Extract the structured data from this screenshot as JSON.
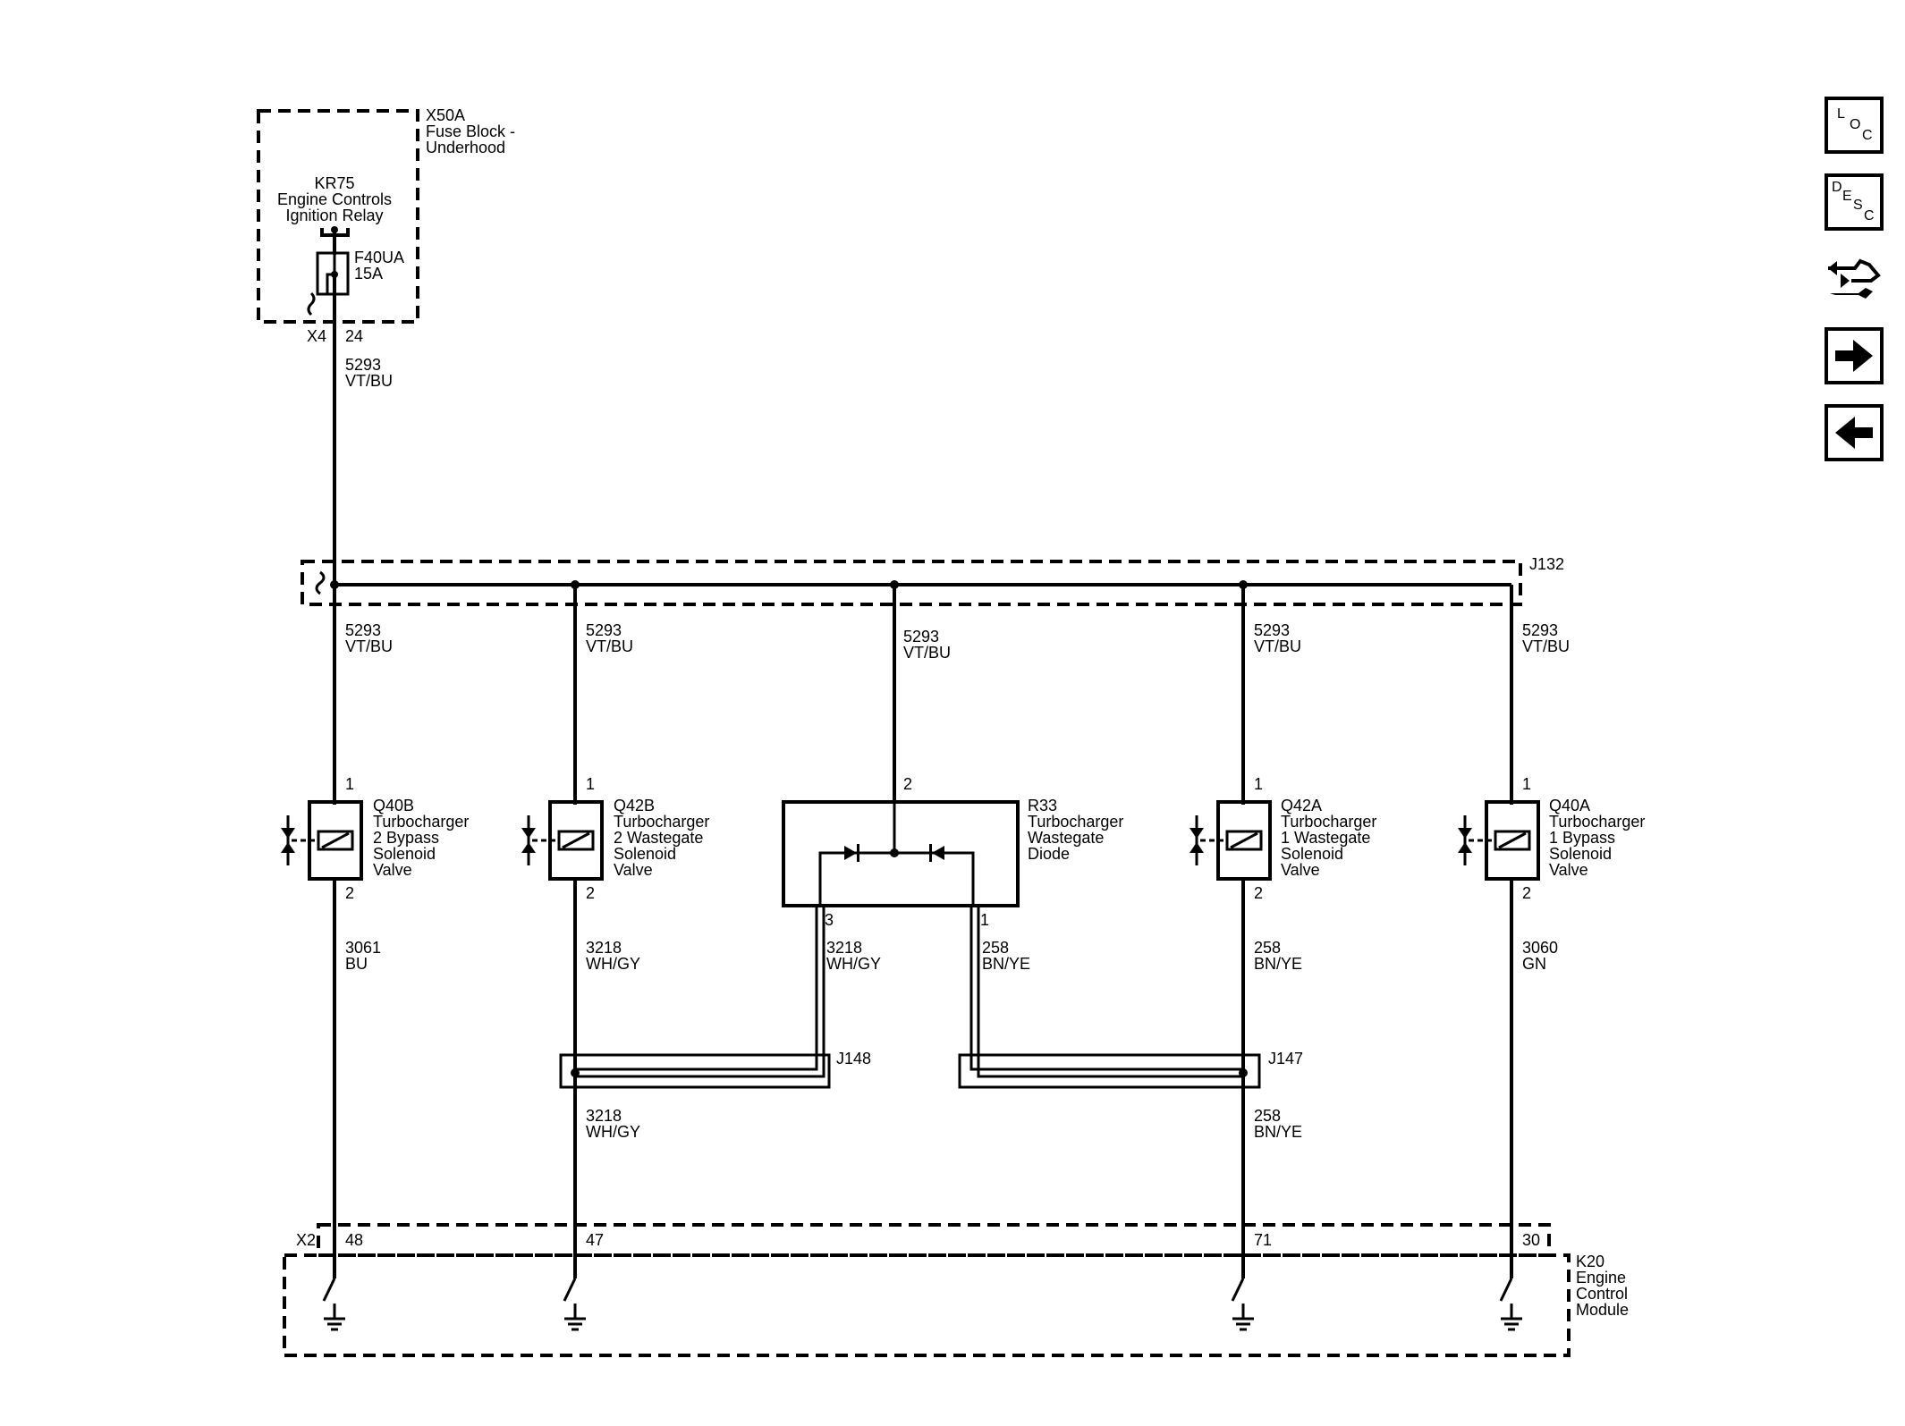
{
  "fuse_block": {
    "id": "X50A",
    "name_line1": "Fuse Block -",
    "name_line2": "Underhood",
    "relay_id": "KR75",
    "relay_line1": "Engine Controls",
    "relay_line2": "Ignition Relay",
    "fuse_id": "F40UA",
    "fuse_rating": "15A",
    "connector": "X4",
    "pin": "24"
  },
  "feed_wire": {
    "circuit": "5293",
    "color": "VT/BU"
  },
  "splice_j132": {
    "id": "J132"
  },
  "branches": [
    {
      "circuit": "5293",
      "color": "VT/BU"
    },
    {
      "circuit": "5293",
      "color": "VT/BU"
    },
    {
      "circuit": "5293",
      "color": "VT/BU"
    },
    {
      "circuit": "5293",
      "color": "VT/BU"
    },
    {
      "circuit": "5293",
      "color": "VT/BU"
    }
  ],
  "components": [
    {
      "id": "Q40B",
      "lines": [
        "Turbocharger",
        "2 Bypass",
        "Solenoid",
        "Valve"
      ],
      "pin_top": "1",
      "pin_bottom": "2"
    },
    {
      "id": "Q42B",
      "lines": [
        "Turbocharger",
        "2 Wastegate",
        "Solenoid",
        "Valve"
      ],
      "pin_top": "1",
      "pin_bottom": "2"
    },
    {
      "id": "R33",
      "lines": [
        "Turbocharger",
        "Wastegate",
        "Diode"
      ],
      "pin_top": "2",
      "pin_left": "3",
      "pin_right": "1"
    },
    {
      "id": "Q42A",
      "lines": [
        "Turbocharger",
        "1 Wastegate",
        "Solenoid",
        "Valve"
      ],
      "pin_top": "1",
      "pin_bottom": "2"
    },
    {
      "id": "Q40A",
      "lines": [
        "Turbocharger",
        "1 Bypass",
        "Solenoid",
        "Valve"
      ],
      "pin_top": "1",
      "pin_bottom": "2"
    }
  ],
  "lower_wires": [
    {
      "circuit": "3061",
      "color": "BU"
    },
    {
      "circuit": "3218",
      "color": "WH/GY"
    },
    {
      "circuit": "3218",
      "color": "WH/GY"
    },
    {
      "circuit": "258",
      "color": "BN/YE"
    },
    {
      "circuit": "258",
      "color": "BN/YE"
    },
    {
      "circuit": "3060",
      "color": "GN"
    }
  ],
  "splice_j148": {
    "id": "J148",
    "out_circuit": "3218",
    "out_color": "WH/GY"
  },
  "splice_j147": {
    "id": "J147",
    "out_circuit": "258",
    "out_color": "BN/YE"
  },
  "ecm": {
    "connector": "X2",
    "pins": [
      "48",
      "47",
      "71",
      "30"
    ],
    "id": "K20",
    "name_lines": [
      "Engine",
      "Control",
      "Module"
    ]
  },
  "nav": {
    "loc_letters": [
      "L",
      "O",
      "C"
    ],
    "desc_letters": [
      "D",
      "E",
      "S",
      "C"
    ],
    "icons": [
      "loc-icon",
      "desc-icon",
      "connector-repair-icon",
      "next-arrow-icon",
      "back-arrow-icon"
    ]
  }
}
